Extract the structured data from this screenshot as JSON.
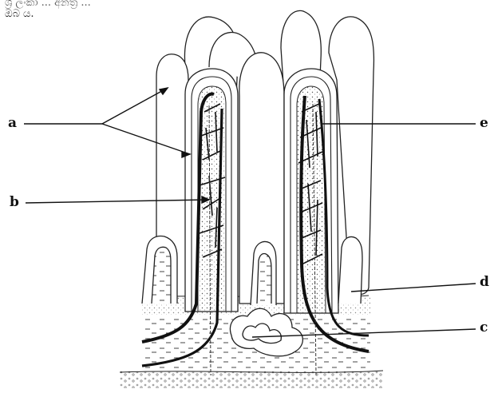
{
  "caption": {
    "line1": "ශ්‍රී ලංකා ... අන්ත්‍ර ... ",
    "line2": "ඔබ ය."
  },
  "labels": {
    "a": "a",
    "b": "b",
    "c": "c",
    "d": "d",
    "e": "e"
  }
}
